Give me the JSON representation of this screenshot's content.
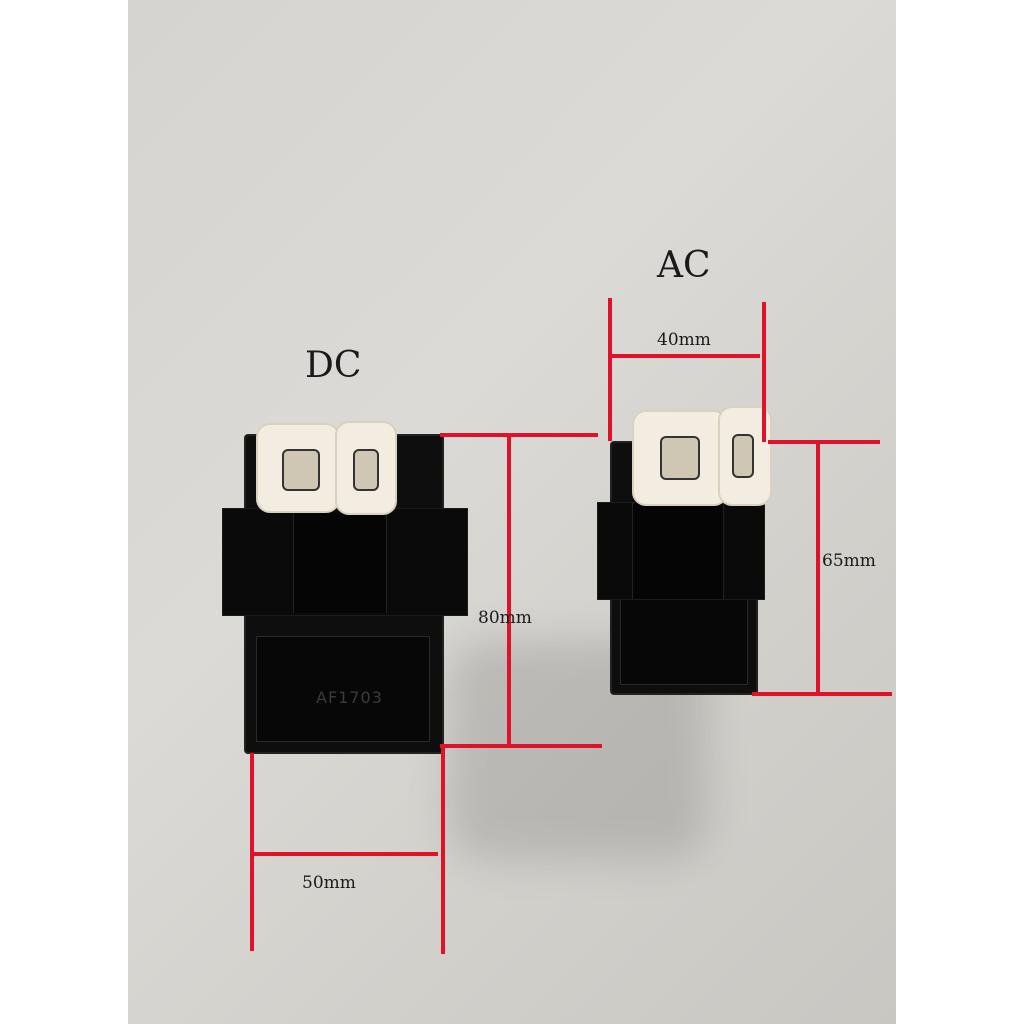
{
  "image": {
    "description": "Product photo comparing DC and AC CDI units with dimension lines",
    "colors": {
      "background": "#d6d4d0",
      "dimension_line": "#e0122a",
      "unit_body": "#0e0e0e",
      "connector": "#f2ede0"
    }
  },
  "dc_unit": {
    "title": "DC",
    "engraving": "AF1703",
    "height_label": "80mm",
    "width_label": "50mm"
  },
  "ac_unit": {
    "title": "AC",
    "width_label": "40mm",
    "height_label": "65mm"
  }
}
